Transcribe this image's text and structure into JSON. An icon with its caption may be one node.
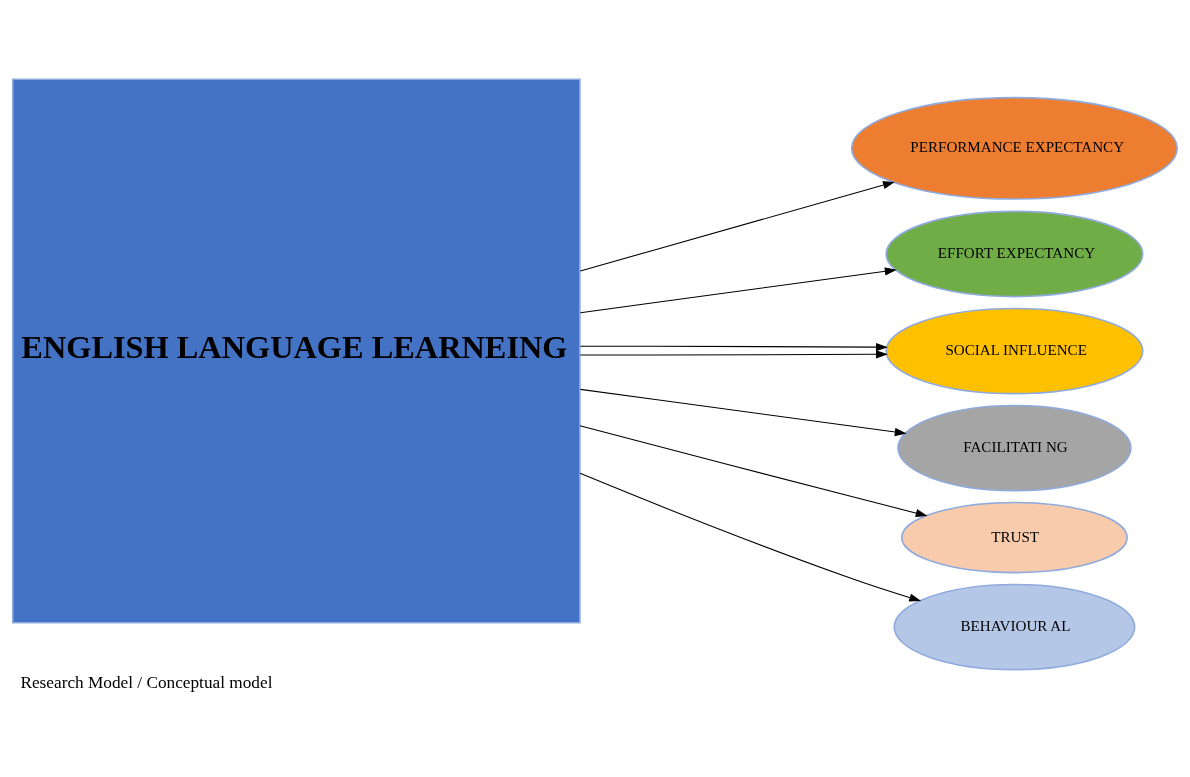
{
  "diagram": {
    "caption": "Research Model / Conceptual model",
    "nodes": [
      {
        "text": [
          "ENGLISH LANGUAGE LEARNEING"
        ]
      },
      {
        "text": [
          "PERFORMANCE EXPECTANCY"
        ]
      },
      {
        "text": [
          "EFFORT EXPECTANCY"
        ]
      },
      {
        "text": [
          "SOCIAL INFLUENCE"
        ]
      },
      {
        "text": [
          "FACILITATI NG"
        ]
      },
      {
        "text": [
          "TRUST"
        ]
      },
      {
        "text": [
          "BEHAVIOUR AL"
        ]
      }
    ],
    "edges": [
      {
        "from": 0,
        "to": 1,
        "arrow": "to"
      },
      {
        "from": 0,
        "to": 2,
        "arrow": "to"
      },
      {
        "from": 0,
        "to": 3,
        "arrow": "to"
      },
      {
        "from": 0,
        "to": 3,
        "arrow": "to"
      },
      {
        "from": 0,
        "to": 4,
        "arrow": "to"
      },
      {
        "from": 0,
        "to": 5,
        "arrow": "to"
      },
      {
        "from": 0,
        "to": 6,
        "arrow": "to"
      }
    ]
  }
}
